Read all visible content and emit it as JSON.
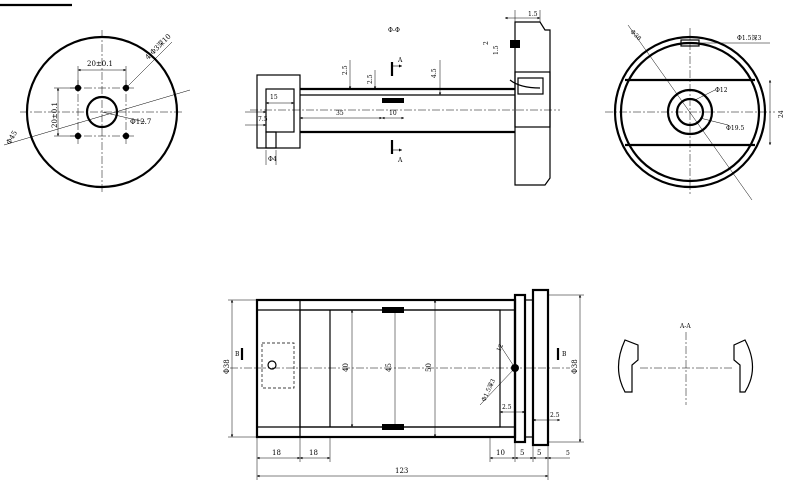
{
  "labels": {
    "front_view": {
      "bolt_circle": "4-Φ3深10",
      "hole_spacing_h": "20±0.1",
      "hole_spacing_v": "20±0.1",
      "outer_dia": "Φ45",
      "center_hole": "Φ12.7"
    },
    "section_view": {
      "title": "Φ-Φ",
      "d15a": "1.5",
      "d25": "2.5",
      "d45": "4.5",
      "d15b": "1.5",
      "d2": "2",
      "d15c": "15",
      "d35": "35",
      "d10": "10",
      "d75": "7.5",
      "d4": "Φ4",
      "section_mark_top": "A",
      "section_mark_bottom": "A"
    },
    "right_view": {
      "thread": "Φ1.5深3",
      "outer": "Φ38",
      "inner": "Φ12",
      "mid": "Φ19.5",
      "width": "24"
    },
    "assembly_view": {
      "outer_dia": "Φ38",
      "d40": "40",
      "d45": "45",
      "d50": "50",
      "thread": "Φ1.5深3",
      "d12": "12",
      "d25a": "2.5",
      "d25b": "2.5",
      "right_dia": "Φ38",
      "mark_b_left": "B",
      "mark_b_right": "B",
      "d18a": "18",
      "d18b": "18",
      "d10": "10",
      "d5a": "5",
      "d5b": "5",
      "d5c": "5",
      "total": "123"
    },
    "detail_view": {
      "title": "A-A"
    }
  },
  "colors": {
    "ink": "#000000",
    "paper": "#ffffff"
  }
}
